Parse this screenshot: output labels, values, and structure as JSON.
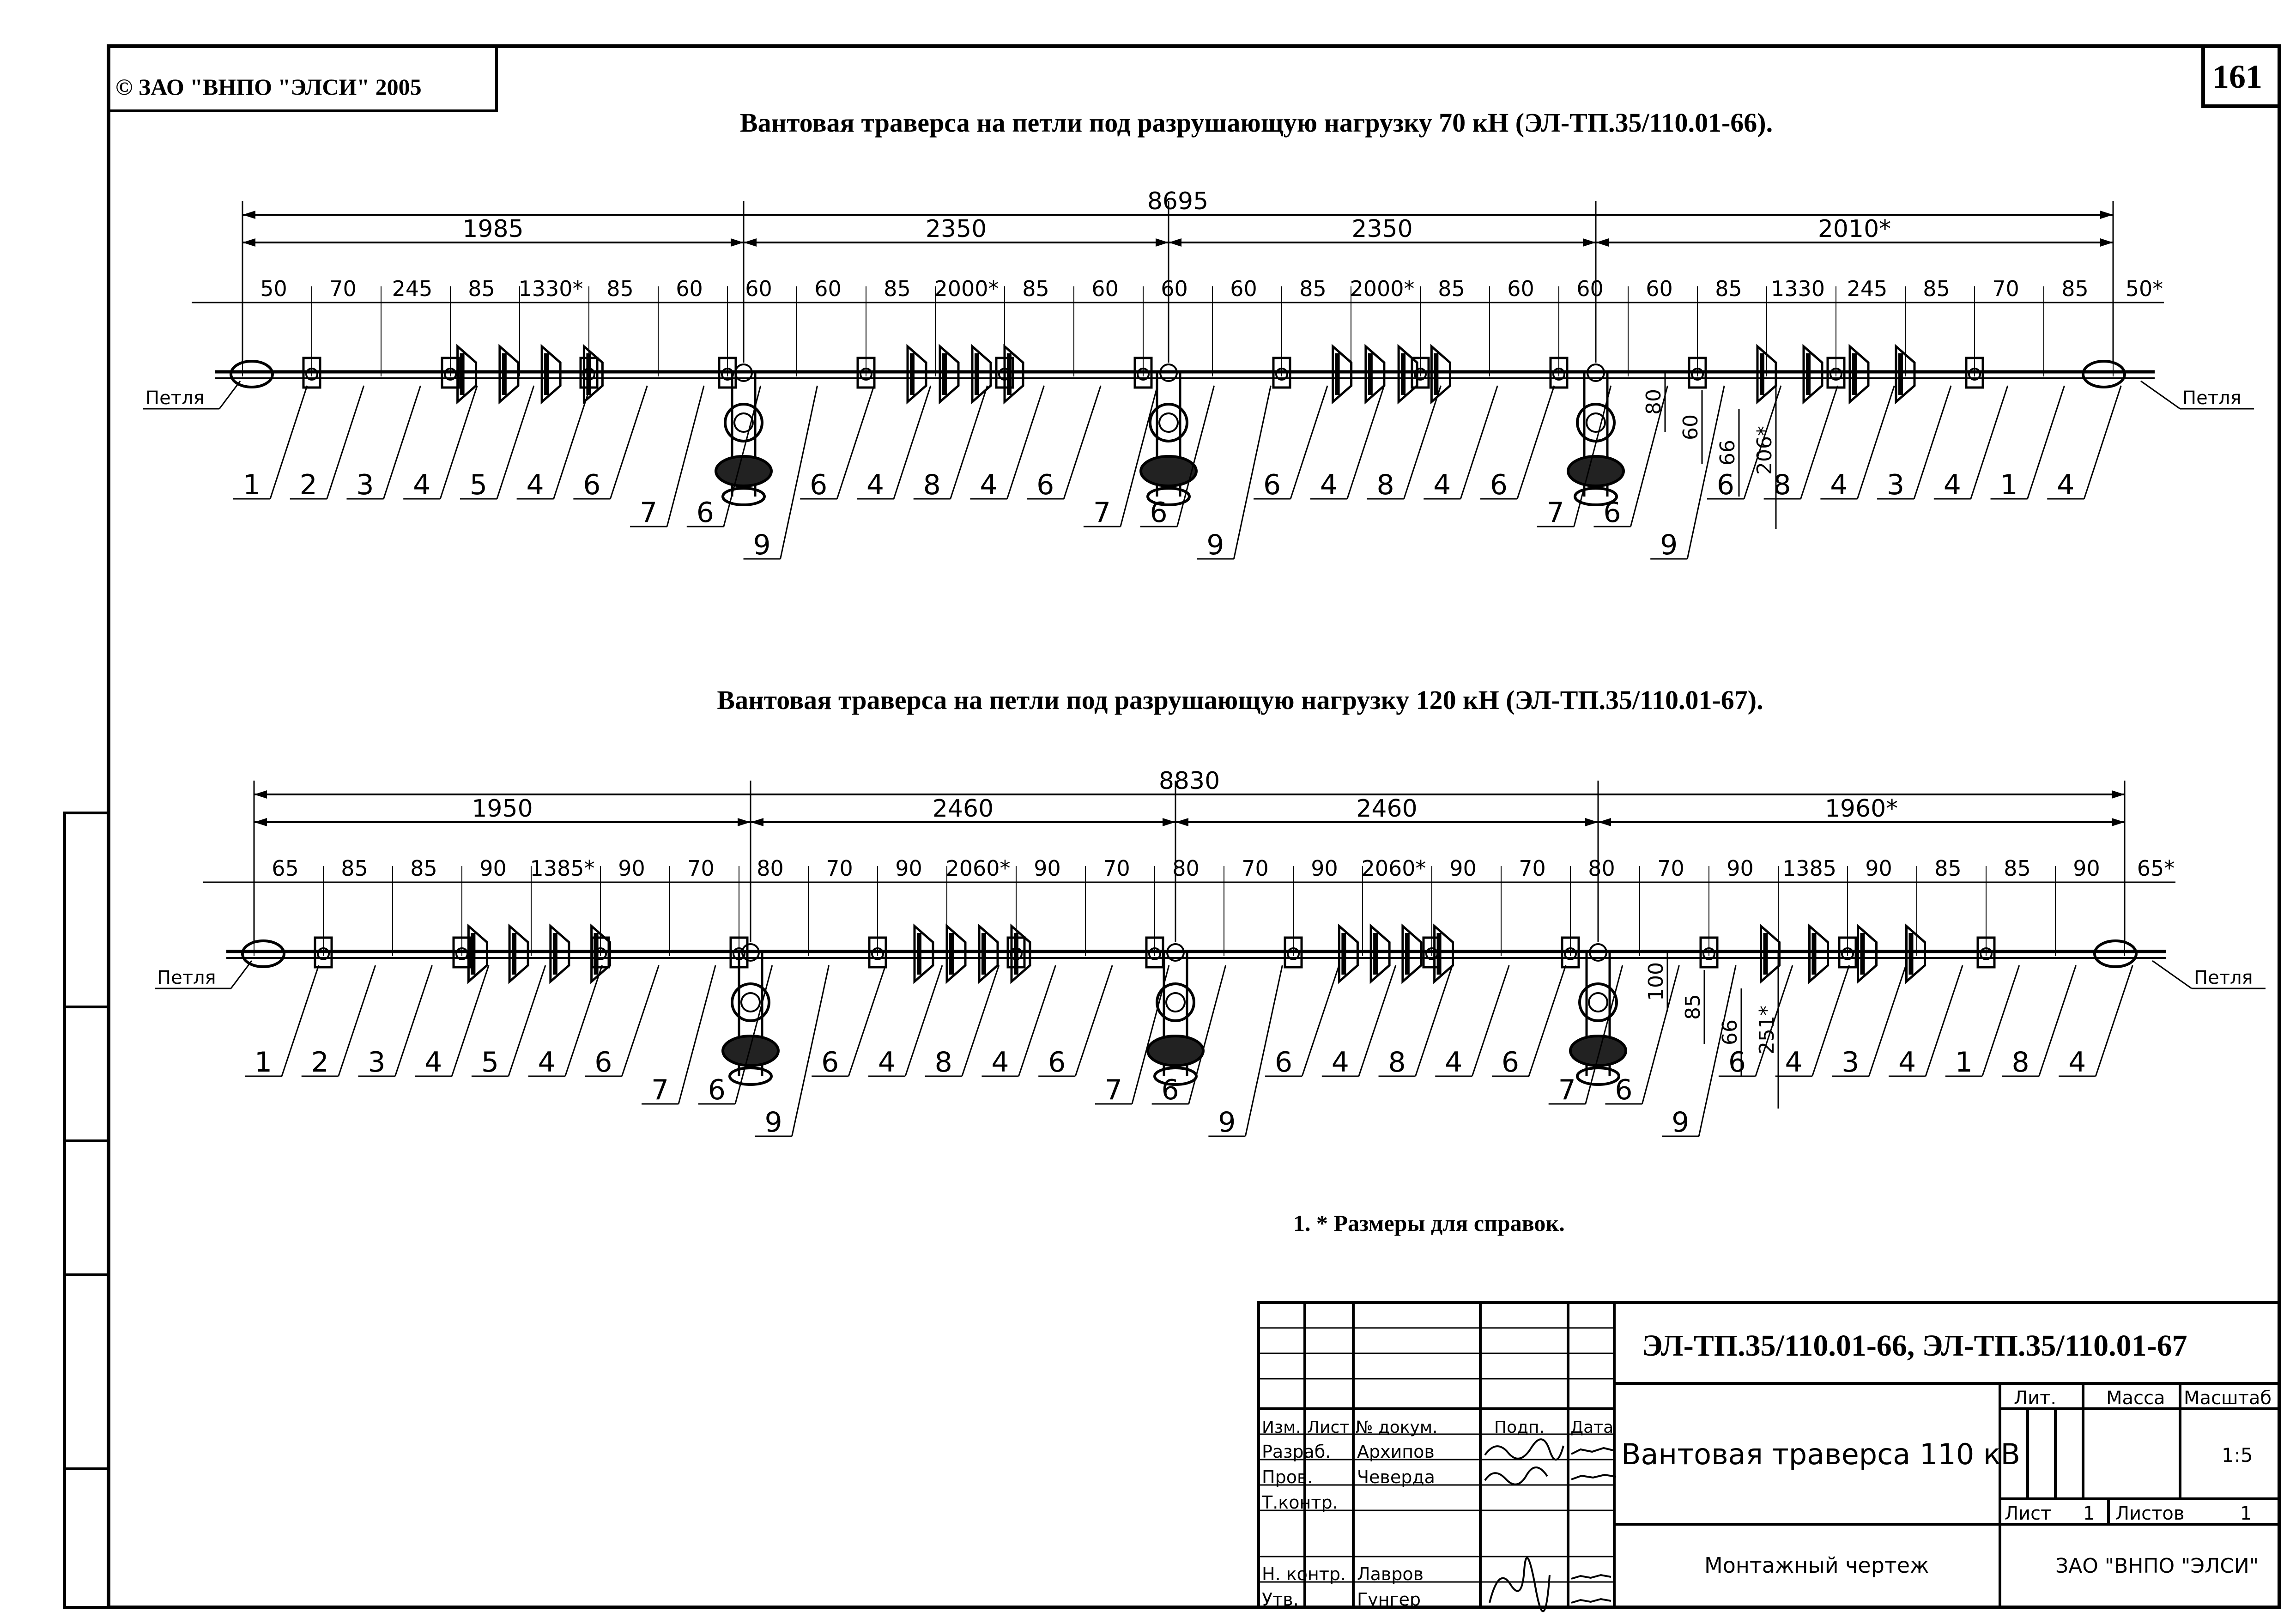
{
  "copyright": "© ЗАО \"ВНПО \"ЭЛСИ\" 2005",
  "page_number": "161",
  "assemblies": [
    {
      "title": "Вантовая траверса на петли под разрушающую нагрузку 70 кН (ЭЛ-ТП.35/110.01-66).",
      "overall": "8695",
      "segments": [
        "1985",
        "2350",
        "2350",
        "2010*"
      ],
      "detail_dims": [
        "50",
        "70",
        "245",
        "85",
        "1330*",
        "85",
        "60",
        "60",
        "60",
        "85",
        "2000*",
        "85",
        "60",
        "60",
        "60",
        "85",
        "2000*",
        "85",
        "60",
        "60",
        "60",
        "85",
        "1330",
        "245",
        "85",
        "70",
        "85",
        "50*"
      ],
      "vertical_dims": [
        "80",
        "60",
        "66",
        "206*"
      ],
      "loop_label": "Петля",
      "positions_left": [
        "1",
        "2",
        "3",
        "4",
        "5",
        "4",
        "6",
        "7",
        "6",
        "9",
        "6",
        "4",
        "8",
        "4",
        "6",
        "7",
        "6",
        "9"
      ],
      "positions_right": [
        "6",
        "4",
        "8",
        "4",
        "6",
        "7",
        "6",
        "9",
        "6",
        "8",
        "4",
        "3",
        "4",
        "1",
        "4"
      ]
    },
    {
      "title": "Вантовая траверса на петли под разрушающую нагрузку 120 кН (ЭЛ-ТП.35/110.01-67).",
      "overall": "8830",
      "segments": [
        "1950",
        "2460",
        "2460",
        "1960*"
      ],
      "detail_dims": [
        "65",
        "85",
        "85",
        "90",
        "1385*",
        "90",
        "70",
        "80",
        "70",
        "90",
        "2060*",
        "90",
        "70",
        "80",
        "70",
        "90",
        "2060*",
        "90",
        "70",
        "80",
        "70",
        "90",
        "1385",
        "90",
        "85",
        "85",
        "90",
        "65*"
      ],
      "vertical_dims": [
        "100",
        "85",
        "66",
        "251*"
      ],
      "loop_label": "Петля",
      "positions_left": [
        "1",
        "2",
        "3",
        "4",
        "5",
        "4",
        "6",
        "7",
        "6",
        "9",
        "6",
        "4",
        "8",
        "4",
        "6",
        "7",
        "6",
        "9"
      ],
      "positions_right": [
        "6",
        "4",
        "8",
        "4",
        "6",
        "7",
        "6",
        "9",
        "6",
        "4",
        "3",
        "4",
        "1",
        "8",
        "4"
      ]
    }
  ],
  "note": "1. * Размеры для справок.",
  "title_block": {
    "designation": "ЭЛ-ТП.35/110.01-66, ЭЛ-ТП.35/110.01-67",
    "name": "Вантовая траверса 110 кВ",
    "doc_type": "Монтажный чертеж",
    "company": "ЗАО \"ВНПО \"ЭЛСИ\"",
    "col_headers": [
      "Изм.",
      "Лист",
      "№ докум.",
      "Подп.",
      "Дата"
    ],
    "roles": [
      "Разраб.",
      "Пров.",
      "Т.контр.",
      "",
      "Н. контр.",
      "Утв."
    ],
    "names": [
      "Архипов",
      "Чеверда",
      "",
      "",
      "Лавров",
      "Гунгер"
    ],
    "lit_label": "Лит.",
    "mass_label": "Масса",
    "scale_label": "Масштаб",
    "scale": "1:5",
    "sheet_label": "Лист",
    "sheet": "1",
    "sheets_label": "Листов",
    "sheets": "1"
  }
}
